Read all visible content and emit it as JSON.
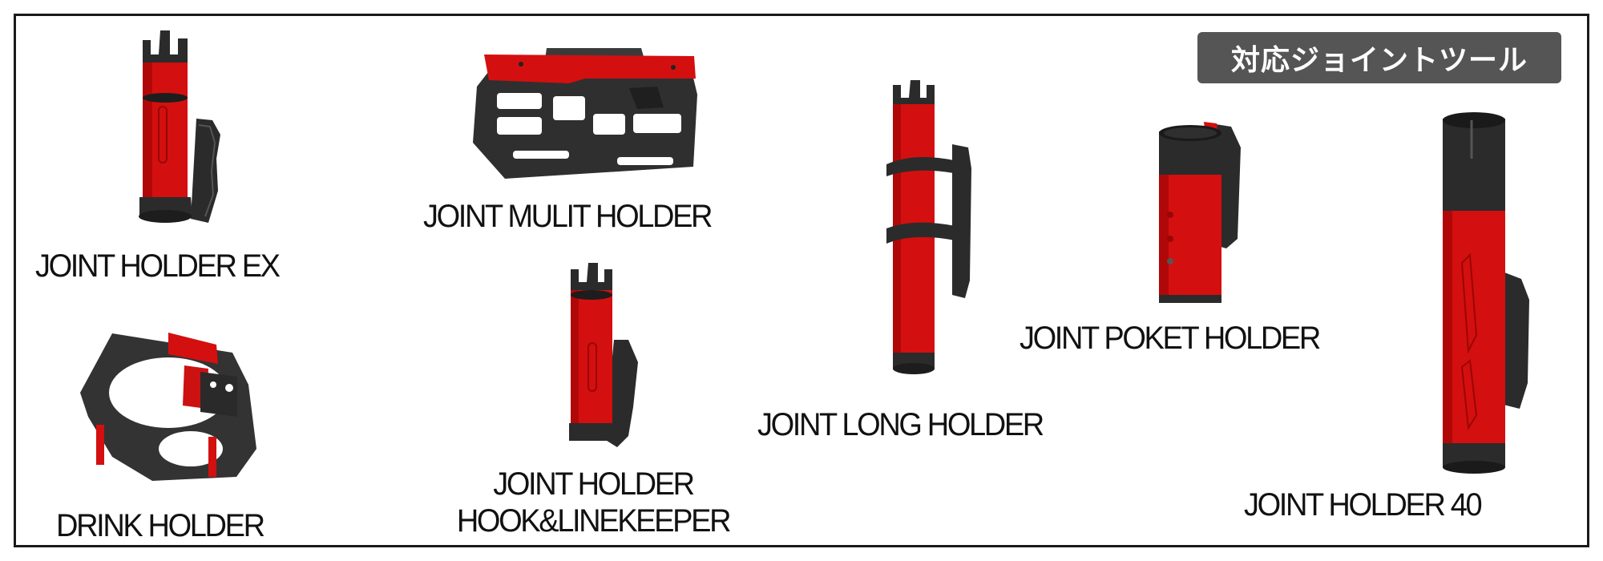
{
  "badge": {
    "text": "対応ジョイントツール",
    "bg_color": "#555555"
  },
  "colors": {
    "red": "#d40f0f",
    "dark": "#2b2b2b"
  },
  "products": [
    {
      "id": "joint-holder-ex",
      "label": "JOINT HOLDER EX"
    },
    {
      "id": "joint-mulit-holder",
      "label": "JOINT MULIT HOLDER"
    },
    {
      "id": "joint-long-holder",
      "label": "JOINT LONG HOLDER"
    },
    {
      "id": "joint-poket-holder",
      "label": "JOINT POKET HOLDER"
    },
    {
      "id": "drink-holder",
      "label": "DRINK HOLDER"
    },
    {
      "id": "joint-holder-hook",
      "label_line1": "JOINT HOLDER",
      "label_line2": "HOOK&LINEKEEPER"
    },
    {
      "id": "joint-holder-40",
      "label": "JOINT HOLDER  40"
    }
  ]
}
